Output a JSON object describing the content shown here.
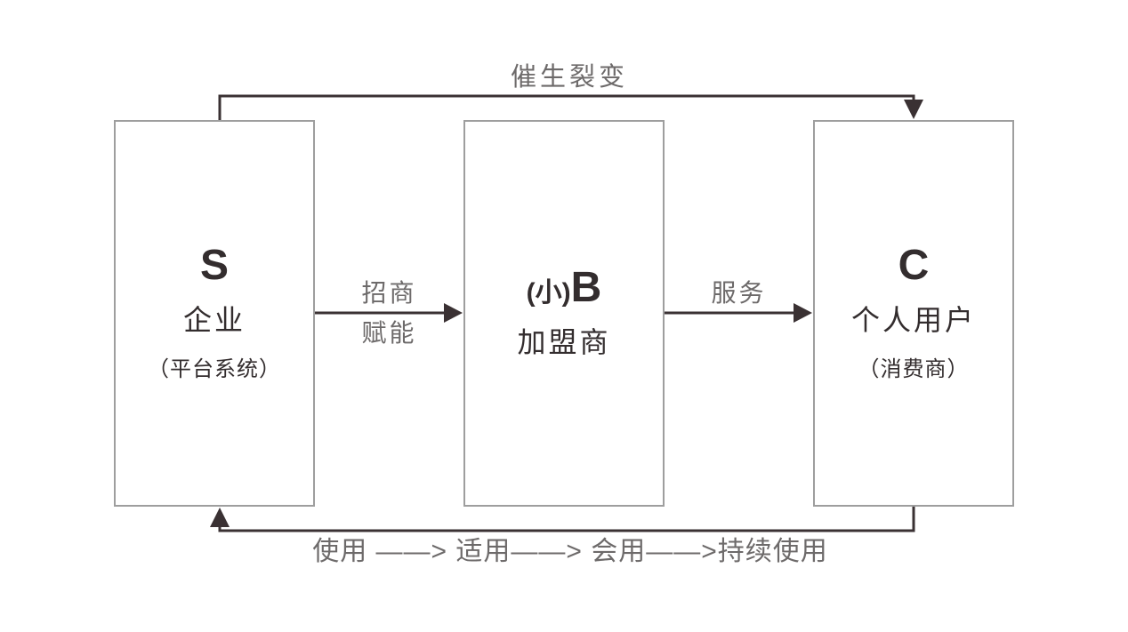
{
  "diagram": {
    "type": "flow-diagram",
    "background": "#ffffff",
    "colors": {
      "box_border": "#9e9e9e",
      "arrow": "#3a3133",
      "node_text": "#332d2e",
      "edge_label_text": "#6d6a6a"
    },
    "nodes": [
      {
        "id": "S",
        "prefix": "",
        "letter": "S",
        "title": "企业",
        "subtitle": "（平台系统）"
      },
      {
        "id": "B",
        "prefix": "(小)",
        "letter": "B",
        "title": "加盟商",
        "subtitle": ""
      },
      {
        "id": "C",
        "prefix": "",
        "letter": "C",
        "title": "个人用户",
        "subtitle": "（消费商）"
      }
    ],
    "edges": {
      "fission": {
        "from": "S",
        "to": "C",
        "label": "催生裂变"
      },
      "recruit": {
        "from": "S",
        "to": "B",
        "label_line1": "招商",
        "label_line2": "赋能"
      },
      "service": {
        "from": "B",
        "to": "C",
        "label": "服务"
      },
      "usage": {
        "from": "C",
        "to": "S",
        "label": "使用 ——> 适用——> 会用——>持续使用"
      }
    }
  }
}
